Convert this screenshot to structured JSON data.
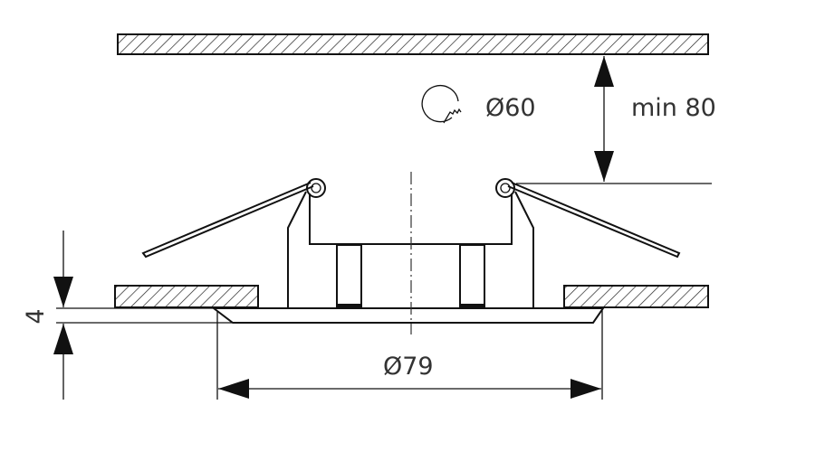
{
  "labels": {
    "hole_diameter": "Ø60",
    "min_depth": "min 80",
    "outer_diameter": "Ø79",
    "flange_height": "4"
  },
  "icons": {
    "hole_saw": "hole-saw-icon"
  },
  "colors": {
    "line": "#111111",
    "text": "#333333"
  }
}
